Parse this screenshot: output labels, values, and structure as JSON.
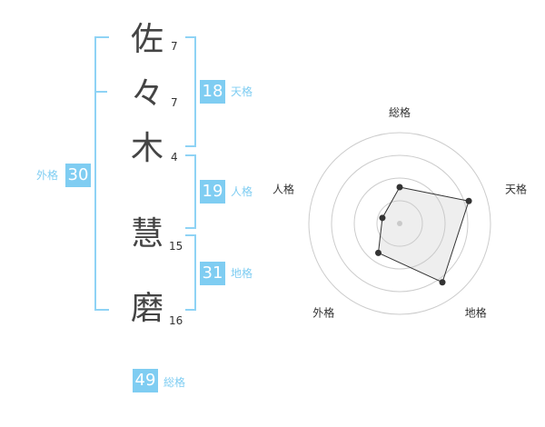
{
  "name": {
    "chars": [
      {
        "ch": "佐",
        "strokes": "7"
      },
      {
        "ch": "々",
        "strokes": "7"
      },
      {
        "ch": "木",
        "strokes": "4"
      },
      {
        "ch": "慧",
        "strokes": "15"
      },
      {
        "ch": "磨",
        "strokes": "16"
      }
    ]
  },
  "kaku": {
    "ten": {
      "value": "18",
      "label": "天格"
    },
    "jin": {
      "value": "19",
      "label": "人格"
    },
    "chi": {
      "value": "31",
      "label": "地格"
    },
    "gai": {
      "value": "30",
      "label": "外格"
    },
    "sou": {
      "value": "49",
      "label": "総格"
    }
  },
  "colors": {
    "accent": "#7fcdf2",
    "bracket": "#8fd3f5",
    "text": "#444444"
  },
  "chart_data": {
    "type": "radar",
    "axes": [
      "総格",
      "天格",
      "地格",
      "外格",
      "人格"
    ],
    "values": [
      2,
      4,
      4,
      2,
      1
    ],
    "max": 5,
    "rings": 4
  }
}
